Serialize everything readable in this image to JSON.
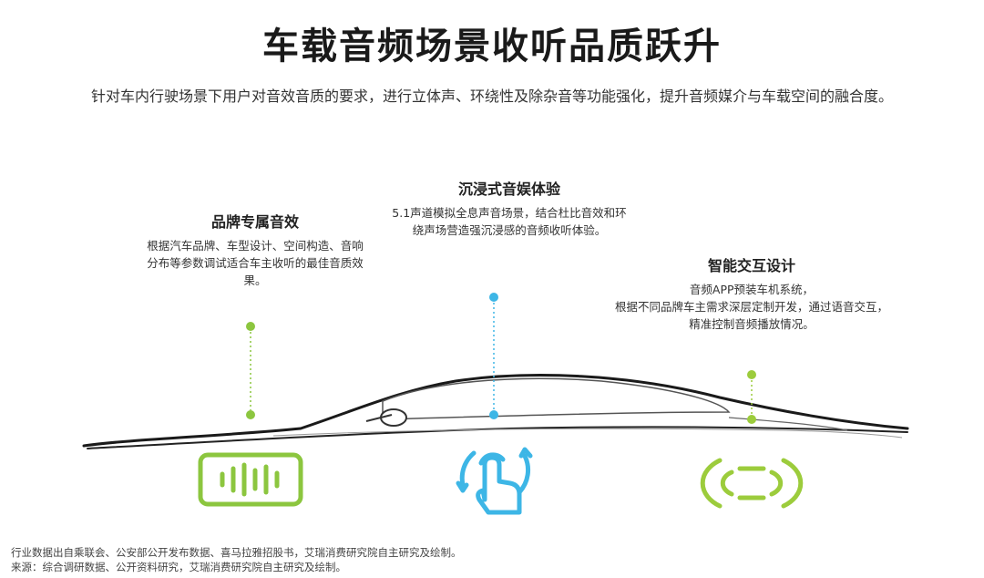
{
  "title": "车载音频场景收听品质跃升",
  "subtitle": "针对车内行驶场景下用户对音效音质的要求，进行立体声、环绕性及除杂音等功能强化，提升音频媒介与车载空间的融合度。",
  "features": [
    {
      "title": "品牌专属音效",
      "desc": "根据汽车品牌、车型设计、空间构造、音响\n分布等参数调试适合车主收听的最佳音质效\n果。",
      "color": "#8cc63f",
      "icon": "sound-wave-icon"
    },
    {
      "title": "沉浸式音娱体验",
      "desc": "5.1声道模拟全息声音场景，结合杜比音效和环\n绕声场营造强沉浸感的音频收听体验。",
      "color": "#3db6e6",
      "icon": "touch-rotate-icon"
    },
    {
      "title": "智能交互设计",
      "desc": "音频APP预装车机系统，\n根据不同品牌车主需求深层定制开发，通过语音交互，\n精准控制音频播放情况。",
      "color": "#9ccc3c",
      "icon": "voice-ripple-icon"
    }
  ],
  "footer": {
    "line1": "行业数据出自乘联会、公安部公开发布数据、喜马拉雅招股书，艾瑞消费研究院自主研究及绘制。",
    "line2": "来源：综合调研数据、公开资料研究，艾瑞消费研究院自主研究及绘制。"
  }
}
